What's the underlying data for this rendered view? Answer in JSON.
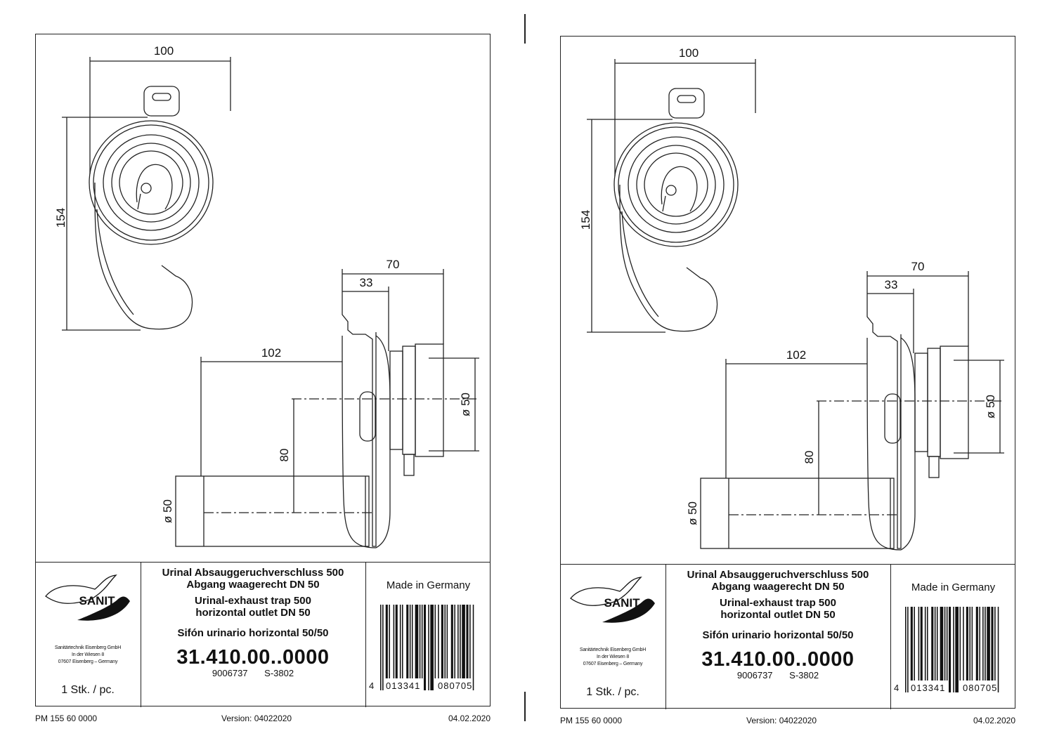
{
  "dims": {
    "width_top": "100",
    "height_left": "154",
    "depth_total": "70",
    "depth_flange": "33",
    "offset": "102",
    "outlet_dia_right": "ø 50",
    "center_drop": "80",
    "outlet_dia_left": "ø 50"
  },
  "logo": {
    "brand": "SANIT"
  },
  "company": {
    "line1": "Sanitärtechnik Eisenberg GmbH",
    "line2": "In der Wiesen 8",
    "line3": "07607 Eisenberg – Germany"
  },
  "quantity": "1 Stk. / pc.",
  "title": {
    "de_line1": "Urinal Absauggeruchverschluss 500",
    "de_line2": "Abgang waagerecht DN 50",
    "en_line1": "Urinal-exhaust trap 500",
    "en_line2": "horizontal outlet DN 50",
    "es": "Sifón urinario horizontal 50/50"
  },
  "article_number": "31.410.00..0000",
  "codes": "9006737 S-3802",
  "made_in": "Made in Germany",
  "barcode": {
    "first": "4",
    "left": "013341",
    "right": "080705"
  },
  "footer": {
    "pm": "PM 155 60  0000",
    "version": "Version: 04022020",
    "date": "04.02.2020"
  }
}
